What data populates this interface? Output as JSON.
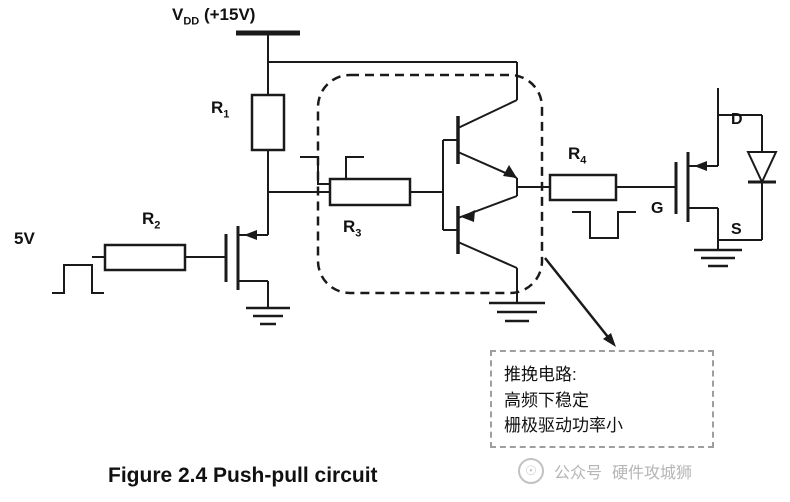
{
  "power": {
    "vdd_base": "V",
    "vdd_sub": "DD",
    "vdd_value": " (+15V)"
  },
  "components": {
    "r1": {
      "base": "R",
      "sub": "1"
    },
    "r2": {
      "base": "R",
      "sub": "2"
    },
    "r3": {
      "base": "R",
      "sub": "3"
    },
    "r4": {
      "base": "R",
      "sub": "4"
    }
  },
  "signals": {
    "input": "5V"
  },
  "mosfet_pins": {
    "drain": "D",
    "gate": "G",
    "source": "S"
  },
  "annotation": {
    "line1": "推挽电路:",
    "line2": "高频下稳定",
    "line3": "栅极驱动功率小"
  },
  "caption": "Figure 2.4 Push-pull circuit",
  "watermark": {
    "platform": "公众号",
    "name": "硬件攻城狮"
  },
  "colors": {
    "line": "#1a1a1a",
    "annotation_border": "#9e9e9e",
    "watermark": "#b5b5b5"
  }
}
